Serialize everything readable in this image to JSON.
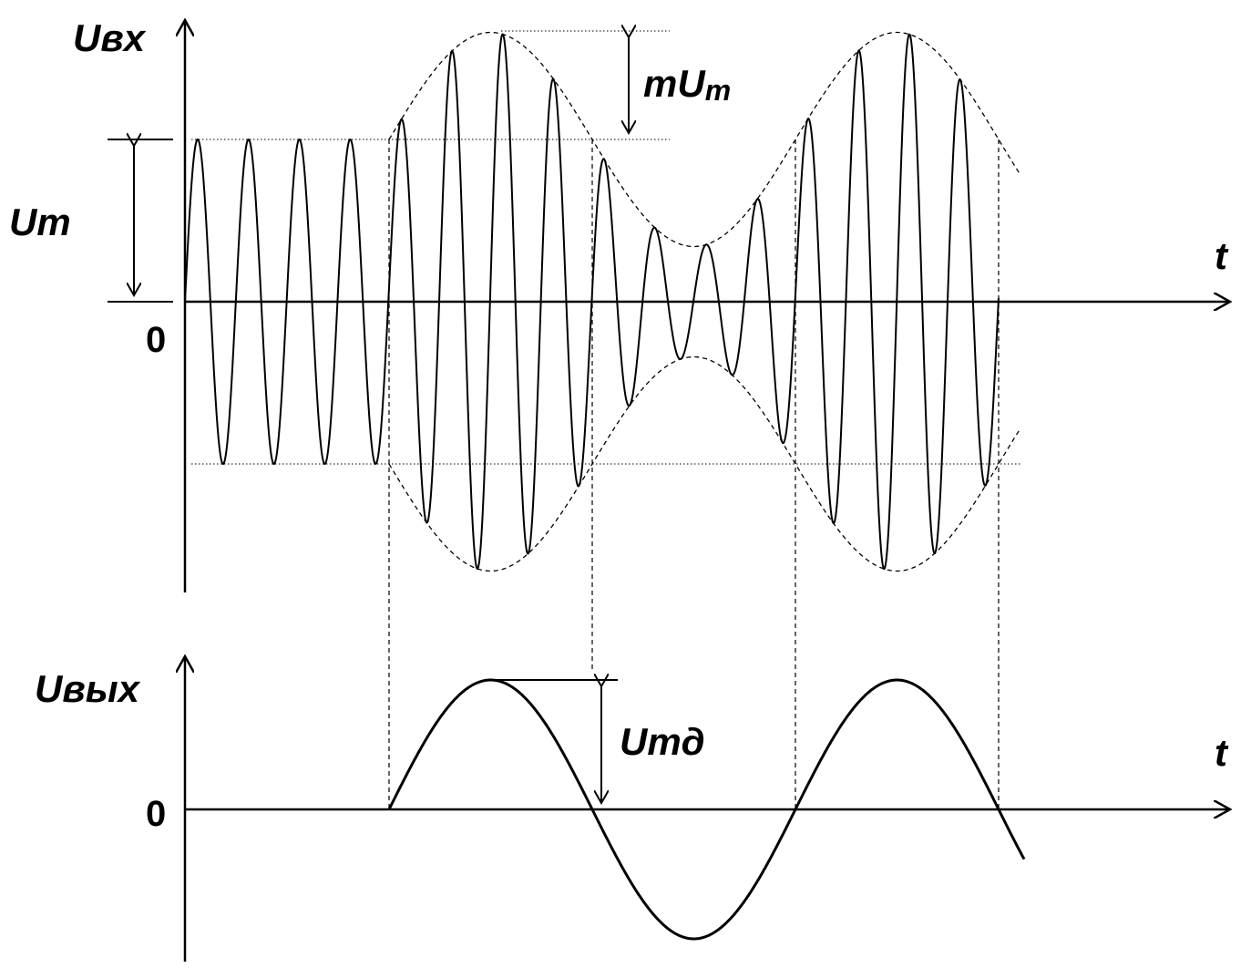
{
  "diagram": {
    "top_graph": {
      "y_axis_label": "Uвх",
      "x_axis_label": "t",
      "origin_label": "0",
      "amplitude_label": "Um",
      "modulation_label_main": "mU",
      "modulation_label_sub": "m"
    },
    "bottom_graph": {
      "y_axis_label": "Uвых",
      "x_axis_label": "t",
      "origin_label": "0",
      "amplitude_label": "Umд"
    },
    "colors": {
      "line": "#000000",
      "background": "#ffffff"
    }
  }
}
